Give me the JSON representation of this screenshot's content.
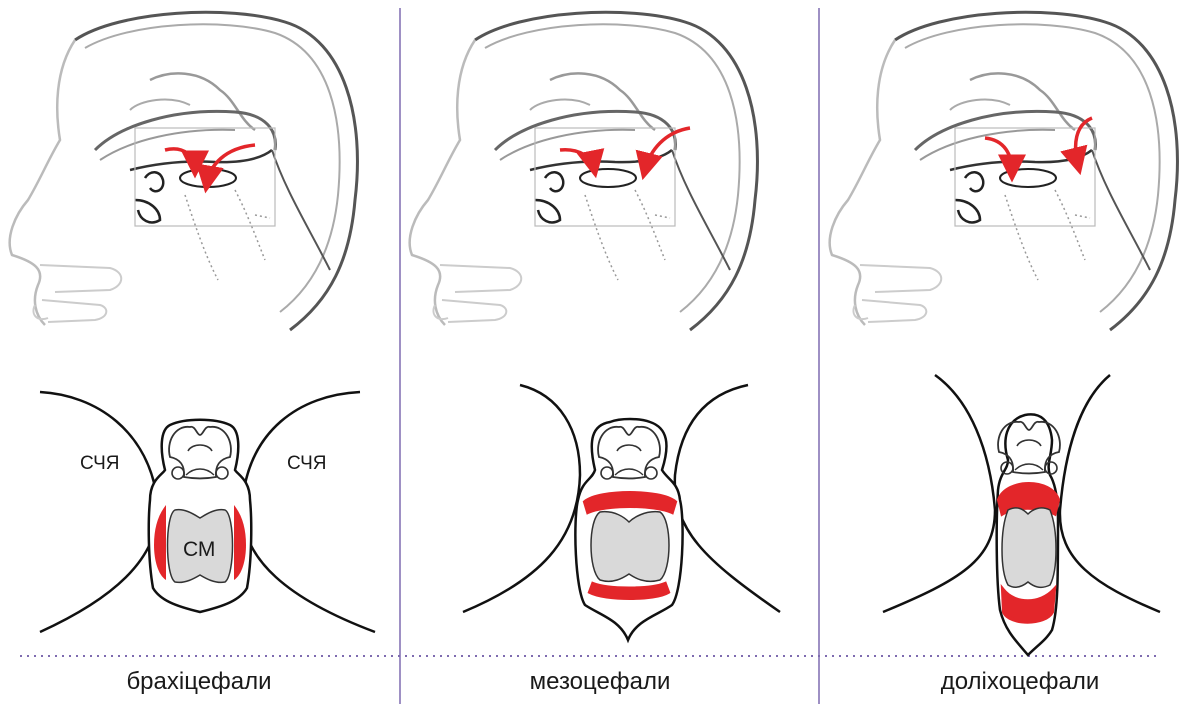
{
  "captions": [
    "брахіцефали",
    "мезоцефали",
    "доліхоцефали"
  ],
  "labels": {
    "left_region": "СЧЯ",
    "right_region": "СЧЯ",
    "center_region": "СМ"
  },
  "colors": {
    "highlight": "#e3262a",
    "cord_fill": "#d9d9d9",
    "divider": "#7e6bb0",
    "dotted_line": "#7e6bb0"
  },
  "icons": [
    "skull-sagittal-outline",
    "red-curved-arrow",
    "vertebra-cross-section"
  ]
}
